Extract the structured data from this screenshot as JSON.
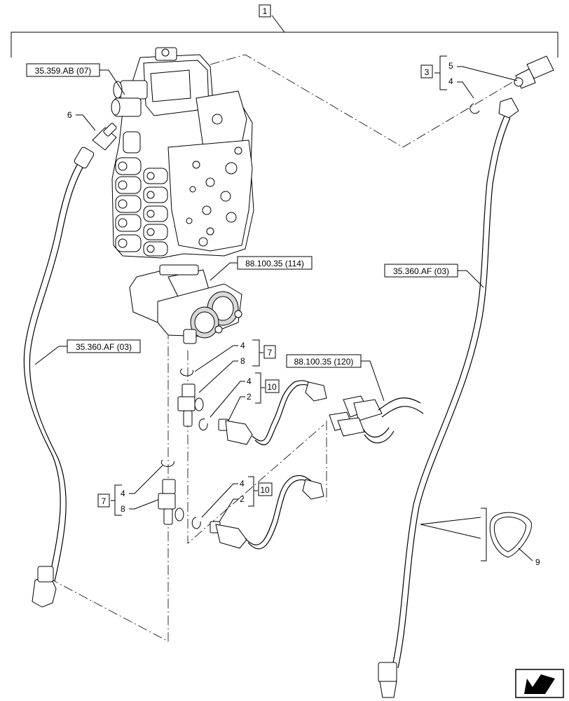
{
  "callouts": {
    "top_group": "1",
    "ref_valve": "35.359.AB (07)",
    "ref_block": "88.100.35 (114)",
    "ref_hose_left": "35.360.AF (03)",
    "ref_hose_right": "35.360.AF (03)",
    "ref_connector": "88.100.35 (120)",
    "group_3": "3",
    "group_7a": "7",
    "group_7b": "7",
    "group_10a": "10",
    "group_10b": "10"
  },
  "items": {
    "i5": "5",
    "i4_top": "4",
    "i6": "6",
    "i4_a": "4",
    "i8_a": "8",
    "i4_b": "4",
    "i2_b": "2",
    "i4_c": "4",
    "i8_c": "8",
    "i4_d": "4",
    "i2_d": "2",
    "i9": "9"
  },
  "icons": {
    "navigation": "arrow-navigation-icon"
  }
}
